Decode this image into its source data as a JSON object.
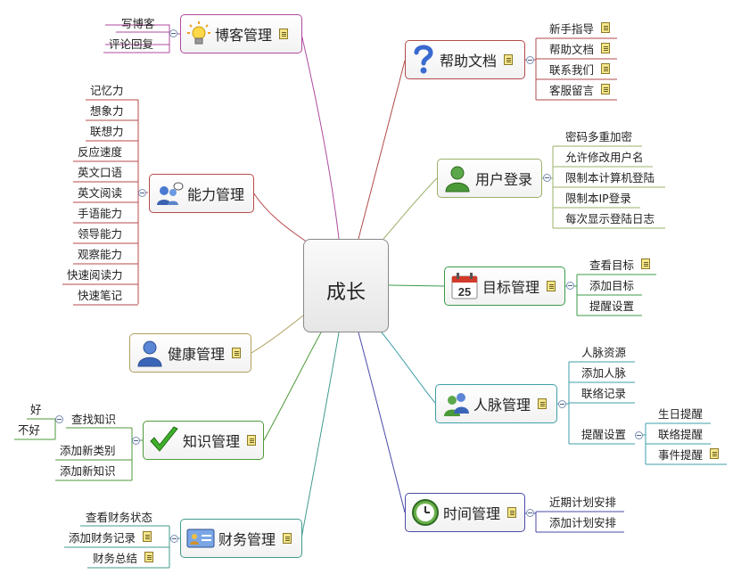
{
  "central": {
    "label": "成长"
  },
  "branches": {
    "blog": {
      "label": "博客管理",
      "children": [
        "写博客",
        "评论回复"
      ]
    },
    "ability": {
      "label": "能力管理",
      "children": [
        "记忆力",
        "想象力",
        "联想力",
        "反应速度",
        "英文口语",
        "英文阅读",
        "手语能力",
        "领导能力",
        "观察能力",
        "快速阅读力",
        "快速笔记"
      ]
    },
    "health": {
      "label": "健康管理"
    },
    "knowledge": {
      "label": "知识管理",
      "children": [
        "查找知识",
        "添加新类别",
        "添加新知识"
      ],
      "find_children": [
        "好",
        "不好"
      ]
    },
    "finance": {
      "label": "财务管理",
      "children": [
        "查看财务状态",
        "添加财务记录",
        "财务总结"
      ]
    },
    "help": {
      "label": "帮助文档",
      "children": [
        "新手指导",
        "帮助文档",
        "联系我们",
        "客服留言"
      ]
    },
    "login": {
      "label": "用户登录",
      "children": [
        "密码多重加密",
        "允许修改用户名",
        "限制本计算机登陆",
        "限制本IP登录",
        "每次显示登陆日志"
      ]
    },
    "goal": {
      "label": "目标管理",
      "children": [
        "查看目标",
        "添加目标",
        "提醒设置"
      ],
      "icon_day": "25"
    },
    "contacts": {
      "label": "人脉管理",
      "children": [
        "人脉资源",
        "添加人脉",
        "联络记录",
        "提醒设置"
      ],
      "reminder_children": [
        "生日提醒",
        "联络提醒",
        "事件提醒"
      ]
    },
    "time": {
      "label": "时间管理",
      "children": [
        "近期计划安排",
        "添加计划安排"
      ]
    }
  },
  "icons": {
    "blog": "lightbulb-icon",
    "ability": "people-talk-icon",
    "health": "person-icon",
    "knowledge": "checkmark-icon",
    "finance": "id-card-icon",
    "help": "question-mark-icon",
    "login": "user-icon",
    "goal": "calendar-icon",
    "contacts": "contacts-icon",
    "time": "clock-icon",
    "note": "note-icon"
  },
  "colors": {
    "blog": "#b04a9e",
    "ability": "#b94a4a",
    "health": "#b0a060",
    "knowledge": "#4e9a3a",
    "finance": "#3f9b8e",
    "help": "#b24a4a",
    "login": "#9bb06a",
    "goal": "#3b9b4a",
    "contacts": "#3f9fa8",
    "time": "#4a4aa8"
  }
}
